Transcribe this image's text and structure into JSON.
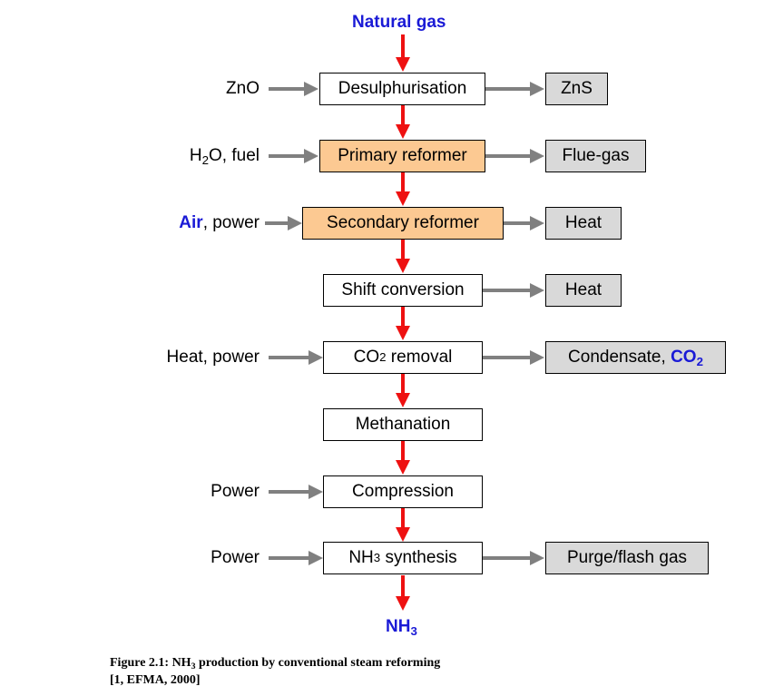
{
  "input_top": "Natural gas",
  "output_bottom": {
    "main": "NH",
    "sub": "3"
  },
  "steps": [
    {
      "label": "Desulphurisation",
      "input": "ZnO",
      "output": "ZnS"
    },
    {
      "label": "Primary reformer",
      "input_pre": "H",
      "input_sub": "2",
      "input_post": "O, fuel",
      "output": "Flue-gas"
    },
    {
      "label": "Secondary reformer",
      "input_blue": "Air",
      "input_post": ", power",
      "output": "Heat"
    },
    {
      "label": "Shift conversion",
      "output": "Heat"
    },
    {
      "label_pre": "CO",
      "label_sub": "2",
      "label_post": " removal",
      "input": "Heat, power",
      "output_pre": "Condensate, ",
      "output_blue": "CO",
      "output_blue_sub": "2"
    },
    {
      "label": "Methanation"
    },
    {
      "label": "Compression",
      "input": "Power"
    },
    {
      "label_pre": "NH",
      "label_sub": "3",
      "label_post": " synthesis",
      "input": "Power",
      "output": "Purge/flash gas"
    }
  ],
  "caption": {
    "line1_pre": "Figure 2.1: NH",
    "line1_sub": "3",
    "line1_post": " production by conventional steam reforming",
    "line2": "[1, EFMA, 2000]"
  },
  "colors": {
    "flow_arrow": "#ee1111",
    "side_arrow": "#808080",
    "reformer_fill": "#fcc992",
    "output_fill": "#d9d9d9",
    "highlight_text": "#1a1ad6"
  }
}
